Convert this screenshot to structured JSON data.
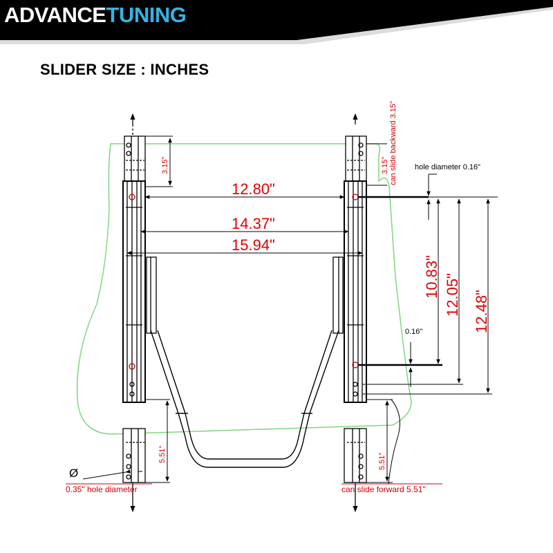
{
  "brand": {
    "part1": "ADVANCE",
    "part2": "TUNING",
    "banner_color": "#000000",
    "accent_color": "#34b3e4"
  },
  "heading": "SLIDER SIZE : INCHES",
  "dimensions": {
    "width_inner": "12.80\"",
    "width_mid": "14.37\"",
    "width_outer": "15.94\"",
    "length_short": "10.83\"",
    "length_mid": "12.05\"",
    "length_long": "12.48\"",
    "back_travel_left": "3.15\"",
    "back_travel_right": "3.15\"",
    "front_travel_left": "5.51\"",
    "front_travel_right": "5.51\"",
    "small_offset": "0.16\""
  },
  "annotations": {
    "slide_backward": "can slide backward 3.15\"",
    "hole_diameter_small": "hole diameter 0.16\"",
    "hole_diameter_large": "0.35\" hole diameter",
    "slide_forward": "can slide forward 5.51\"",
    "diameter_symbol": "Ø"
  },
  "colors": {
    "dimension_text": "#e00000",
    "seat_outline": "#7fd67f",
    "line": "#000000"
  }
}
